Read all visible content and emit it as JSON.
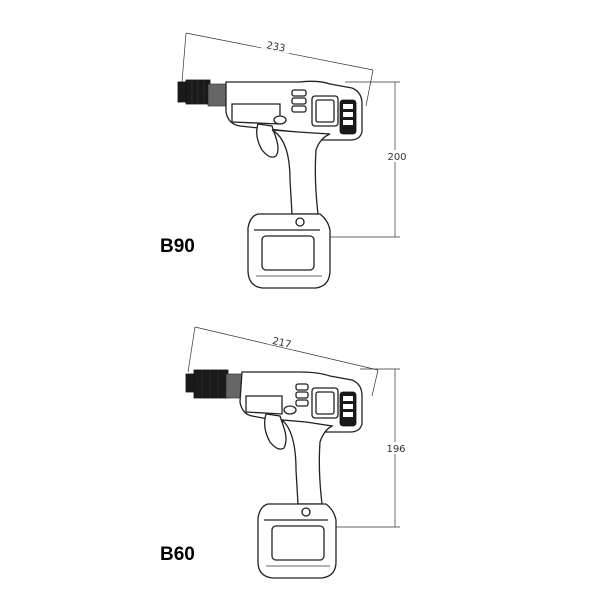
{
  "tools": [
    {
      "model": "B90",
      "length": "233",
      "height": "200"
    },
    {
      "model": "B60",
      "length": "217",
      "height": "196"
    }
  ]
}
